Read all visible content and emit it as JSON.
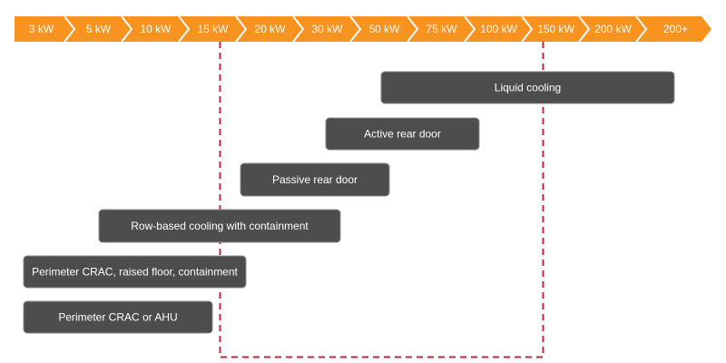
{
  "colors": {
    "scale_fill": "#f7931e",
    "scale_divider": "#ffffff",
    "bar_fill": "#4d4d4d",
    "bar_stroke": "#8c8c8c",
    "highlight_line": "#c0283a",
    "text": "#ffffff"
  },
  "scale": {
    "labels": [
      "3 kW",
      "5 kW",
      "10 kW",
      "15 kW",
      "20 kW",
      "30 kW",
      "50 kW",
      "75 kW",
      "100 kW",
      "150 kW",
      "200 kW",
      "200+"
    ]
  },
  "bars": [
    {
      "label": "Liquid cooling"
    },
    {
      "label": "Active rear door"
    },
    {
      "label": "Passive rear door"
    },
    {
      "label": "Row-based cooling with containment"
    },
    {
      "label": "Perimeter CRAC, raised floor, containment"
    },
    {
      "label": "Perimeter CRAC or AHU"
    }
  ]
}
